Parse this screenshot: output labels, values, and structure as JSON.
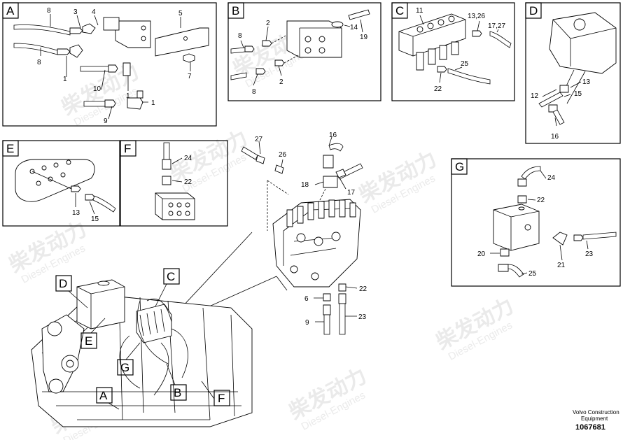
{
  "watermark": {
    "cn": "柴发动力",
    "en": "Diesel-Engines"
  },
  "footer": {
    "brand_line1": "Volvo Construction",
    "brand_line2": "Equipment",
    "part_number": "1067681"
  },
  "panels": {
    "A": {
      "letter": "A",
      "labels": [
        "8",
        "3",
        "4",
        "5",
        "8",
        "1",
        "7",
        "10",
        "1",
        "9",
        "1"
      ]
    },
    "B": {
      "letter": "B",
      "labels": [
        "2",
        "14",
        "19",
        "8",
        "8",
        "2"
      ]
    },
    "C": {
      "letter": "C",
      "labels": [
        "11",
        "13,26",
        "17,27",
        "25",
        "22"
      ]
    },
    "D": {
      "letter": "D",
      "labels": [
        "13",
        "12",
        "15",
        "16"
      ]
    },
    "E": {
      "letter": "E",
      "labels": [
        "13",
        "15"
      ]
    },
    "F": {
      "letter": "F",
      "labels": [
        "24",
        "22"
      ]
    },
    "G": {
      "letter": "G",
      "labels": [
        "24",
        "22",
        "20",
        "21",
        "23",
        "25"
      ]
    }
  },
  "main": {
    "labels": [
      "27",
      "26",
      "16",
      "18",
      "17",
      "6",
      "22",
      "9",
      "23"
    ],
    "callouts": [
      "D",
      "C",
      "E",
      "G",
      "B",
      "A",
      "F"
    ]
  }
}
